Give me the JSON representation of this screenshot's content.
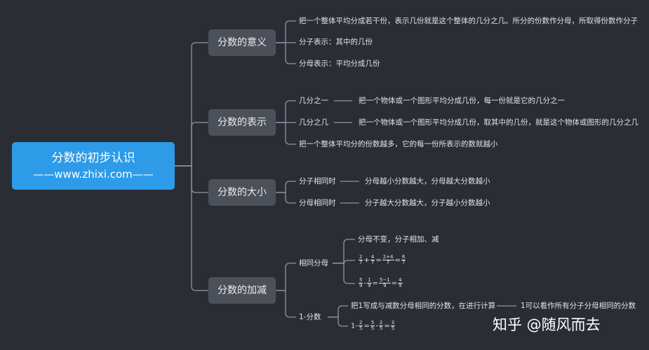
{
  "root": {
    "title": "分数的初步认识",
    "subtitle": "——www.zhixi.com——"
  },
  "branches": [
    {
      "label": "分数的意义",
      "items": [
        "把一个整体平均分成若干份，表示几份就是这个整体的几分之几。所分的份数作分母，所取得份数作分子",
        "分子表示：其中的几份",
        "分母表示：平均分成几份"
      ]
    },
    {
      "label": "分数的表示",
      "items": [
        {
          "label": "几分之一",
          "detail": "把一个物体或一个图形平均分成几份，每一份就是它的几分之一"
        },
        {
          "label": "几分之几",
          "detail": "把一个物体或一个图形平均分成几份，取其中的几份，就是这个物体或图形的几分之几"
        },
        {
          "label": "把一个整体平均分的份数越多，它的每一份所表示的数就越小"
        }
      ]
    },
    {
      "label": "分数的大小",
      "items": [
        {
          "label": "分子相同时",
          "detail": "分母越小分数越大，分母越大分数越小"
        },
        {
          "label": "分母相同时",
          "detail": "分子越大分数越大，分子越小分数越小"
        }
      ]
    },
    {
      "label": "分数的加减",
      "items": [
        {
          "label": "相同分母",
          "children": [
            {
              "text": "分母不变，分子相加、减"
            },
            {
              "formula": [
                {
                  "n": "2",
                  "d": "7"
                },
                "+",
                {
                  "n": "4",
                  "d": "7"
                },
                "=",
                {
                  "n": "2+4",
                  "d": "7"
                },
                "=",
                {
                  "n": "6",
                  "d": "7"
                }
              ]
            },
            {
              "formula": [
                {
                  "n": "5",
                  "d": "9"
                },
                "-",
                {
                  "n": "1",
                  "d": "9"
                },
                "=",
                {
                  "n": "5−1",
                  "d": "9"
                },
                "=",
                {
                  "n": "4",
                  "d": "9"
                }
              ]
            }
          ]
        },
        {
          "label": "1-分数",
          "children": [
            {
              "text": "把1写成与减数分母相同的分数，在进行计算",
              "note": "1可以看作所有分子分母相同的分数"
            },
            {
              "formula": [
                "1-",
                {
                  "n": "2",
                  "d": "5"
                },
                "=",
                {
                  "n": "5",
                  "d": "5"
                },
                "-",
                {
                  "n": "2",
                  "d": "5"
                },
                "=",
                {
                  "n": "3",
                  "d": "5"
                }
              ]
            }
          ]
        }
      ]
    }
  ],
  "watermark": "知乎 @随风而去",
  "colors": {
    "background": "#2a2d34",
    "root": "#2d9be8",
    "branch": "#4b5059",
    "connector": "#8d96a3"
  }
}
